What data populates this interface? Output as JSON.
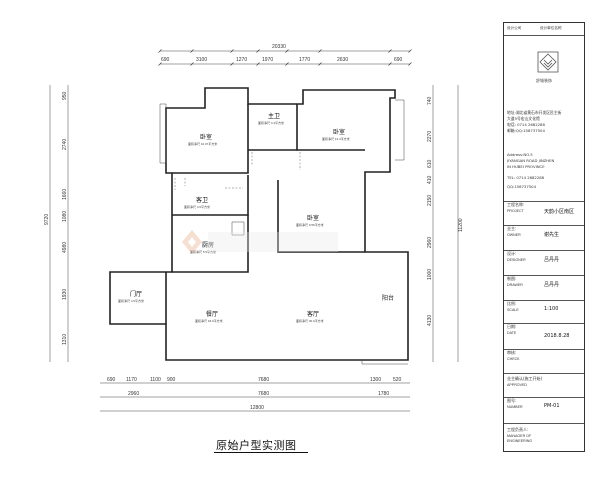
{
  "plan": {
    "title": "原始户型实测图",
    "top_dims_row1": [
      "690",
      "3100",
      "1270",
      "1970",
      "1770",
      "2630",
      "690"
    ],
    "top_dims_total": "20330",
    "left_dims": [
      "950",
      "2740",
      "1660",
      "1080",
      "4980",
      "1930",
      "1310"
    ],
    "left_total": "9720",
    "right_dims_top": [
      "740",
      "2270",
      "610",
      "410"
    ],
    "right_dims_mid": [
      "2150",
      "2960"
    ],
    "right_dims_bot": [
      "1000",
      "4130"
    ],
    "right_total": "11200",
    "bottom_dims_row1": [
      "690",
      "1170",
      "1100",
      "900",
      "7680",
      "1300",
      "520"
    ],
    "bottom_dims_row2": [
      "2960",
      "7680",
      "1780"
    ],
    "bottom_total": "12800",
    "rooms": [
      {
        "name": "卧室",
        "area": "面积净尺 10.07平方米"
      },
      {
        "name": "主卫",
        "area": "面积净尺 4.4平方米"
      },
      {
        "name": "卧室",
        "area": "面积净尺 13.4平方米"
      },
      {
        "name": "客卫",
        "area": "面积净尺 3.0平方米"
      },
      {
        "name": "卧室",
        "area": "面积净尺 9.55平方米"
      },
      {
        "name": "厨房",
        "area": "面积净尺 5.5平方米"
      },
      {
        "name": "门厅",
        "area": "面积净尺 4.5平方米"
      },
      {
        "name": "餐厅",
        "area": "面积净尺 18.0平方米"
      },
      {
        "name": "客厅",
        "area": "面积净尺 30.0平方米"
      },
      {
        "name": "阳台",
        "area": ""
      }
    ]
  },
  "title_block": {
    "head_left": "设计公司",
    "head_right": "设计单位名称",
    "company": "舒城装饰",
    "address_lines": [
      "地址:湖北省黄石市开发区民主街",
      "大道5号宏山文化馆",
      "电话: 0714 2682288",
      "邮箱:QQ:158737504"
    ],
    "address_en": [
      "Address:NO.5",
      "JIYANGAN ROAD JINZHEN",
      "IN HUBEI PROVINCE",
      "TEL: 0714 2682288",
      "QQ:158737504"
    ],
    "project_label": "工程名称:",
    "project_label_en": "PROJECT",
    "project_value": "天韵小区南区",
    "owner_label": "业主:",
    "owner_label_en": "OWNER",
    "owner_value": "谢先生",
    "designer_label": "设计:",
    "designer_label_en": "DESIGNER",
    "designer_value": "吕丹丹",
    "drawer_label": "制图:",
    "drawer_label_en": "DRAWER",
    "drawer_value": "吕丹丹",
    "scale_label": "比例:",
    "scale_label_en": "SCALE",
    "scale_value": "1:100",
    "date_label": "日期:",
    "date_label_en": "DATE",
    "date_value": "2018.8.28",
    "check_label": "审核:",
    "check_label_en": "CHECK",
    "approved_label": "业主确认(施工开始)",
    "approved_label_en": "APPROVED",
    "number_label": "图号:",
    "number_label_en": "NUMBER",
    "number_value": "PM-01",
    "manager_label": "工程负责人:",
    "manager_label_en1": "MANAGER OF",
    "manager_label_en2": "ENGINEERING"
  }
}
